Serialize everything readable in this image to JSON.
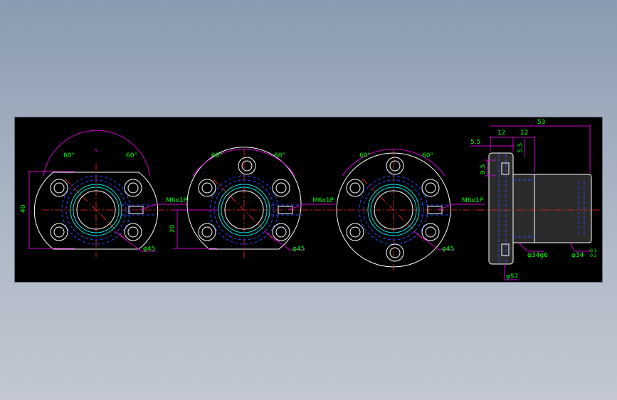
{
  "colors": {
    "background_gradient_top": "#8a9bb1",
    "background_gradient_bottom": "#c2c7d1",
    "panel": "#000000",
    "outline": "#ffffff",
    "thread": "#00e5e5",
    "hidden_line": "#2a4cff",
    "centerline": "#ff2a2a",
    "dimension_line": "#d000d0",
    "dimension_text": "#00ff00"
  },
  "views": [
    {
      "name": "flange-cut-both-sides",
      "angle_left": "60°",
      "angle_right": "60°",
      "port_label": "M6x1P",
      "pcd_label": "φ45",
      "height_label": "40"
    },
    {
      "name": "flange-cut-one-side",
      "angle_left": "60°",
      "angle_right": "60°",
      "port_label": "M6x1P",
      "pcd_label": "φ45",
      "height_label": "20"
    },
    {
      "name": "flange-round",
      "angle_left": "60°",
      "angle_right": "60°",
      "port_label": "M6x1P",
      "pcd_label": "φ45"
    }
  ],
  "side_view": {
    "length_label": "53",
    "flange_width_label": "12",
    "body_step_label": "12",
    "offset_label": "5.5",
    "offset_vertical_label": "5.5",
    "hole_label": "9.5",
    "body_diameter_label": "φ34g6",
    "end_diameter_label": "φ34",
    "tol_upper": "-0.1",
    "tol_lower": "-0.2",
    "flange_diameter_label": "φ57"
  }
}
